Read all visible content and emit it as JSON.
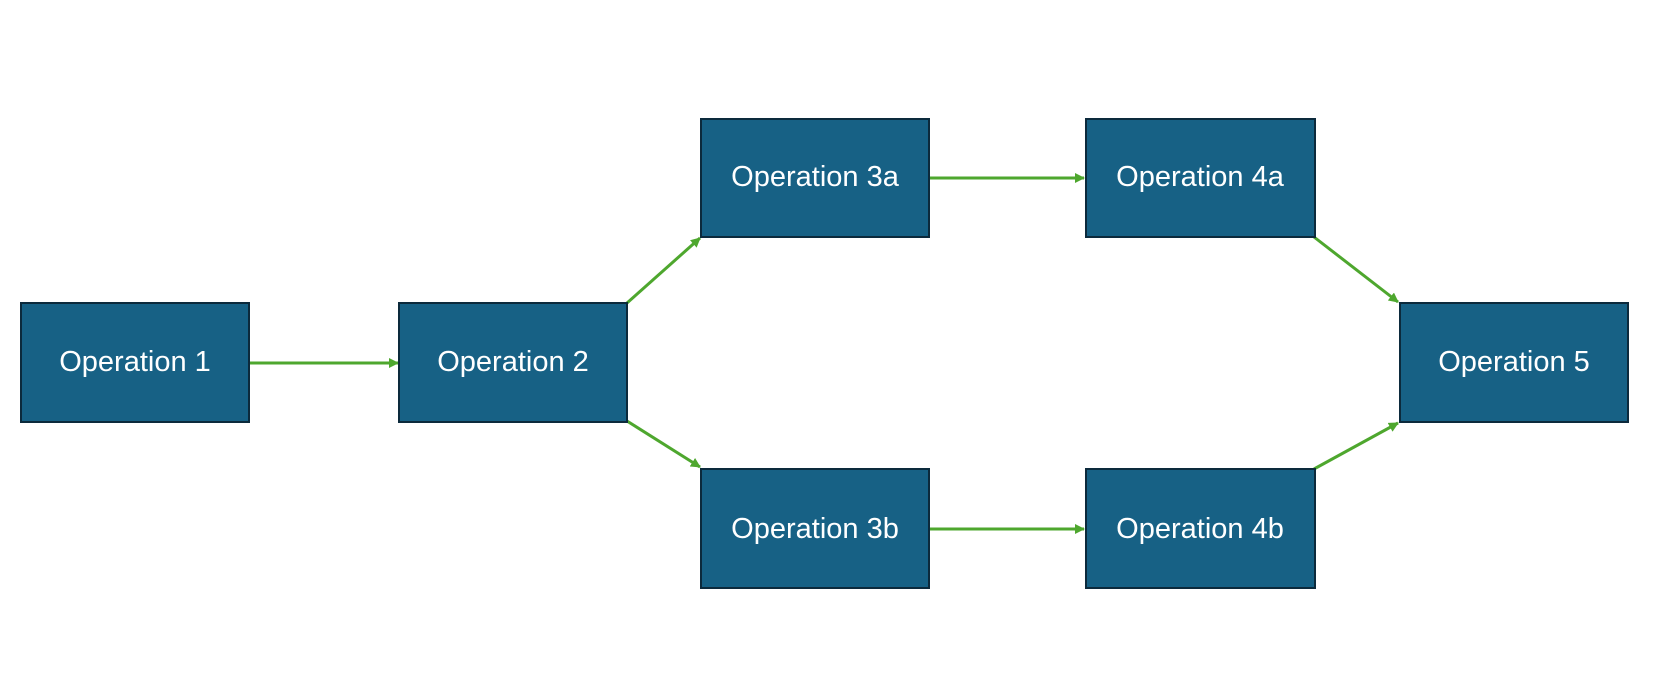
{
  "colors": {
    "node_fill": "#176185",
    "node_border": "#0c2a3c",
    "node_text": "#ffffff",
    "edge": "#4ea72e",
    "background": "#ffffff"
  },
  "nodes": {
    "op1": {
      "label": "Operation 1"
    },
    "op2": {
      "label": "Operation 2"
    },
    "op3a": {
      "label": "Operation 3a"
    },
    "op3b": {
      "label": "Operation 3b"
    },
    "op4a": {
      "label": "Operation 4a"
    },
    "op4b": {
      "label": "Operation 4b"
    },
    "op5": {
      "label": "Operation 5"
    }
  },
  "edges": [
    {
      "from": "op1",
      "to": "op2"
    },
    {
      "from": "op2",
      "to": "op3a"
    },
    {
      "from": "op2",
      "to": "op3b"
    },
    {
      "from": "op3a",
      "to": "op4a"
    },
    {
      "from": "op3b",
      "to": "op4b"
    },
    {
      "from": "op4a",
      "to": "op5"
    },
    {
      "from": "op4b",
      "to": "op5"
    }
  ]
}
